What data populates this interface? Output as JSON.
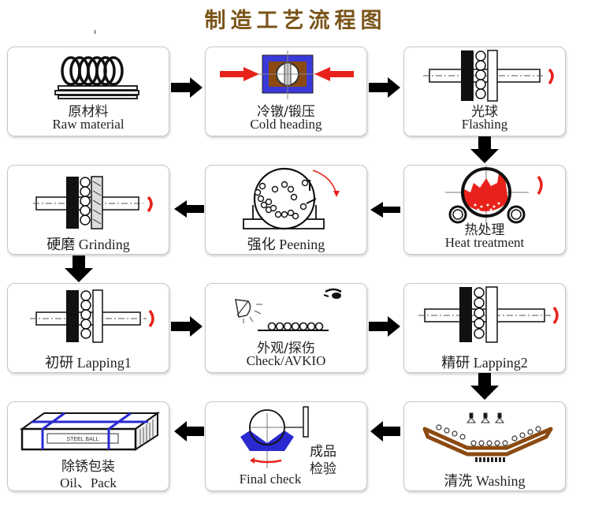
{
  "title": "制造工艺流程图",
  "colors": {
    "title": "#7a5418",
    "arrow": "#000000",
    "accent_red": "#e8221a",
    "accent_blue": "#2a2ad0",
    "accent_brown": "#8b4a12"
  },
  "steps": [
    {
      "zh": "原材料",
      "en": "Raw material",
      "icon": "wire-coil-icon"
    },
    {
      "zh": "冷镦/锻压",
      "en": "Cold heading",
      "icon": "cold-heading-die-icon"
    },
    {
      "zh": "光球",
      "en": "Flashing",
      "icon": "flashing-plate-icon"
    },
    {
      "zh": "热处理",
      "en": "Heat treatment",
      "icon": "furnace-icon"
    },
    {
      "zh": "强化",
      "en": "Peening",
      "icon": "peening-drum-icon"
    },
    {
      "label": "硬磨 Grinding",
      "icon": "grinding-plate-icon"
    },
    {
      "label": "初研 Lapping1",
      "icon": "lapping-plate-icon"
    },
    {
      "zh": "外观/探伤",
      "en": "Check/AVKIO",
      "icon": "inspection-lamp-icon"
    },
    {
      "label": "精研 Lapping2",
      "icon": "lapping-plate-icon"
    },
    {
      "label": "清洗 Washing",
      "icon": "washing-conveyor-icon"
    },
    {
      "zh": "成品\n检验",
      "zh_line1": "成品",
      "zh_line2": "检验",
      "en": "Final check",
      "icon": "v-block-gauge-icon"
    },
    {
      "zh": "除锈包装",
      "en": "Oil、Pack",
      "icon": "packed-box-icon",
      "box_text": "STEEL BALL"
    }
  ],
  "flow": [
    "原材料",
    "冷镦/锻压",
    "光球",
    "热处理",
    "强化",
    "硬磨",
    "初研",
    "外观/探伤",
    "精研",
    "清洗",
    "成品检验",
    "除锈包装"
  ]
}
